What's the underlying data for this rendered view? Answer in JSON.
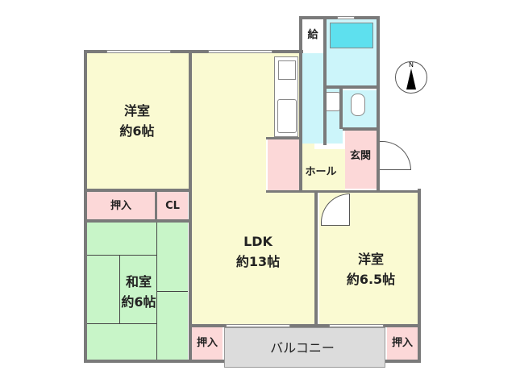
{
  "floor_plan": {
    "rooms": [
      {
        "id": "western-room-1",
        "name": "洋室",
        "size": "約6帖",
        "color": "#fafad2"
      },
      {
        "id": "japanese-room",
        "name": "和室",
        "size": "約6帖",
        "color": "#c8f5c8"
      },
      {
        "id": "ldk",
        "name": "LDK",
        "size": "約13帖",
        "color": "#fafad2"
      },
      {
        "id": "western-room-2",
        "name": "洋室",
        "size": "約6.5帖",
        "color": "#fafad2"
      },
      {
        "id": "hall",
        "name": "ホール",
        "color": "#fafad2"
      },
      {
        "id": "entrance",
        "name": "玄関",
        "color": "#fcd8d8"
      },
      {
        "id": "closet-1",
        "name": "押入",
        "color": "#fcd8d8"
      },
      {
        "id": "closet-cl",
        "name": "CL",
        "color": "#fcd8d8"
      },
      {
        "id": "closet-balcony-left",
        "name": "押入",
        "color": "#fcd8d8"
      },
      {
        "id": "closet-balcony-right",
        "name": "押入",
        "color": "#fcd8d8"
      },
      {
        "id": "balcony",
        "name": "バルコニー",
        "color": "#dcdcdc"
      },
      {
        "id": "water-heater",
        "name": "給",
        "color": "#ffffff"
      },
      {
        "id": "bath",
        "color": "#ccf5fa"
      },
      {
        "id": "toilet",
        "color": "#ccf5fa"
      }
    ],
    "compass": {
      "label": "N"
    },
    "colors": {
      "wall": "#7a7a7a",
      "western": "#fafad2",
      "tatami": "#c8f5c8",
      "storage": "#fcd8d8",
      "wet": "#ccf5fa",
      "balcony": "#dcdcdc"
    }
  }
}
